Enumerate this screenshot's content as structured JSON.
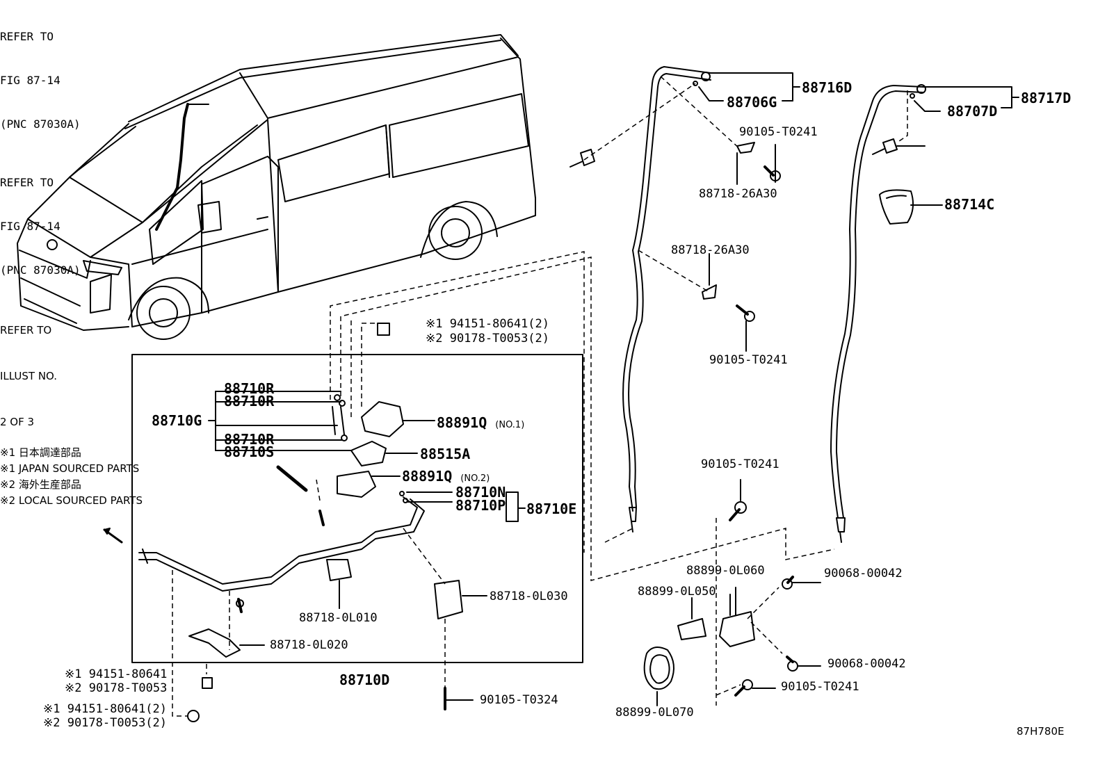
{
  "drawing_number": "87H780E",
  "legend": [
    "※1 日本調達部品",
    "※1 JAPAN SOURCED PARTS",
    "※2 海外生産部品",
    "※2 LOCAL SOURCED PARTS"
  ],
  "references": {
    "fig_top": [
      "REFER TO",
      "FIG 87-14",
      "(PNC 87030A)"
    ],
    "fig_right": [
      "REFER TO",
      "FIG 87-14",
      "(PNC 87030A)"
    ],
    "illust": [
      "REFER TO",
      "ILLUST NO.",
      "2 OF 3"
    ]
  },
  "parts": {
    "p88716D": "88716D",
    "p88706G": "88706G",
    "p88717D": "88717D",
    "p88707D": "88707D",
    "p88714C": "88714C",
    "p90105_T0241_a": "90105-T0241",
    "p88718_26A30_a": "88718-26A30",
    "p88718_26A30_b": "88718-26A30",
    "p90105_T0241_b": "90105-T0241",
    "p90105_T0241_c": "90105-T0241",
    "p90105_T0241_d": "90105-T0241",
    "p88899_0L060": "88899-0L060",
    "p88899_0L050": "88899-0L050",
    "p90068_00042_a": "90068-00042",
    "p90068_00042_b": "90068-00042",
    "p88899_0L070": "88899-0L070",
    "p88710R_1": "88710R",
    "p88710R_2": "88710R",
    "p88710G": "88710G",
    "p88710R_3": "88710R",
    "p88710S": "88710S",
    "p88891Q_1": "88891Q",
    "p88891Q_1_note": "(NO.1)",
    "p88515A": "88515A",
    "p88891Q_2": "88891Q",
    "p88891Q_2_note": "(NO.2)",
    "p88710N": "88710N",
    "p88710P": "88710P",
    "p88710E": "88710E",
    "p88718_0L010": "88718-0L010",
    "p88718_0L030": "88718-0L030",
    "p88718_0L020": "88718-0L020",
    "p88710D": "88710D",
    "p90105_T0324": "90105-T0324",
    "bolt_top_1": "※1 94151-80641(2)",
    "bolt_top_2": "※2 90178-T0053(2)",
    "bolt_mid_1": "※1 94151-80641",
    "bolt_mid_2": "※2 90178-T0053",
    "bolt_bot_1": "※1 94151-80641(2)",
    "bolt_bot_2": "※2 90178-T0053(2)"
  }
}
